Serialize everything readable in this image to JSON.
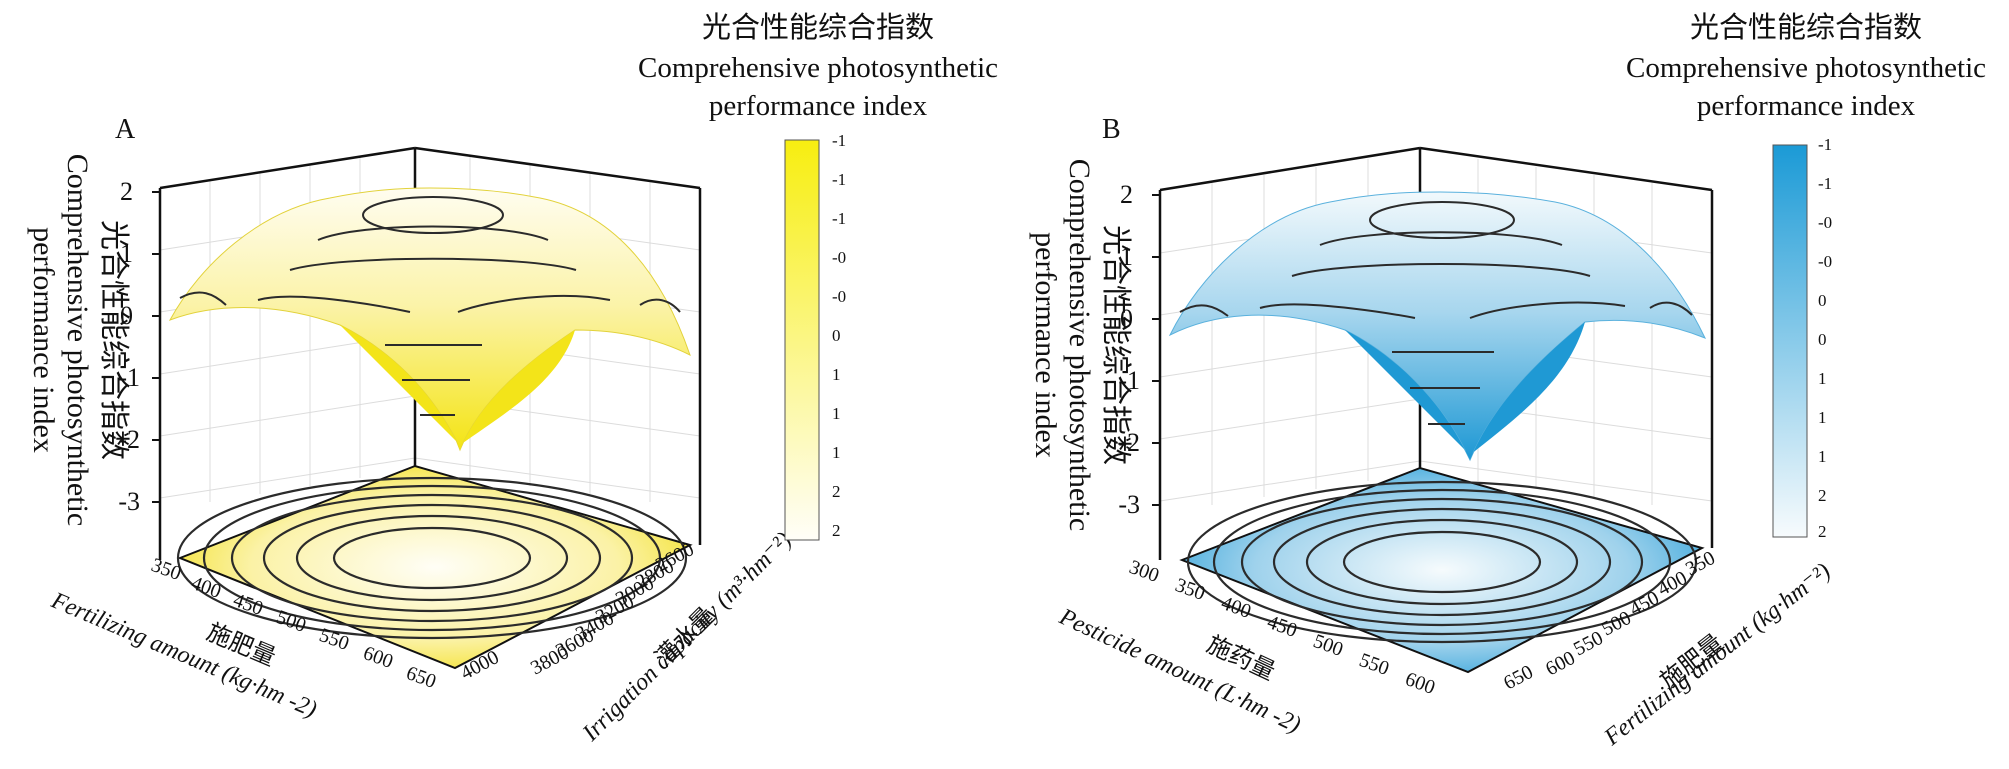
{
  "figure": {
    "panels": [
      {
        "id": "A",
        "letter": "A",
        "colorbar": {
          "title_cn": "光合性能综合指数",
          "title_en_1": "Comprehensive photosynthetic",
          "title_en_2": "performance index",
          "ticks": [
            "-1",
            "-1",
            "-1",
            "-0",
            "-0",
            "0",
            "1",
            "1",
            "1",
            "2",
            "2"
          ],
          "top_color": "#f7ee10",
          "bottom_color": "#fffef8"
        },
        "z_axis": {
          "label_cn": "光合性能综合指数",
          "label_en_1": "Comprehensive photosynthetic",
          "label_en_2": "performance index",
          "ticks": [
            "2",
            "1",
            "0",
            "-1",
            "-2",
            "-3"
          ]
        },
        "left_axis": {
          "label_en": "Fertilizing amount (kg·hm -2)",
          "label_cn": "施肥量",
          "ticks": [
            "350",
            "400",
            "450",
            "500",
            "550",
            "600",
            "650"
          ]
        },
        "right_axis": {
          "label_en": "Irrigation capacity (m³·hm⁻²)",
          "label_cn": "灌水量",
          "ticks": [
            "2600",
            "2800",
            "3000",
            "3200",
            "3400",
            "3600",
            "3800",
            "4000"
          ]
        }
      },
      {
        "id": "B",
        "letter": "B",
        "colorbar": {
          "title_cn": "光合性能综合指数",
          "title_en_1": "Comprehensive photosynthetic",
          "title_en_2": "performance index",
          "ticks": [
            "-1",
            "-1",
            "-0",
            "-0",
            "0",
            "0",
            "1",
            "1",
            "1",
            "2",
            "2"
          ],
          "top_color": "#1b9ad6",
          "bottom_color": "#f7fbfd"
        },
        "z_axis": {
          "label_cn": "光合性能综合指数",
          "label_en_1": "Comprehensive photosynthetic",
          "label_en_2": "performance index",
          "ticks": [
            "2",
            "1",
            "0",
            "-1",
            "-2",
            "-3"
          ]
        },
        "left_axis": {
          "label_en": "Pesticide amount (L·hm -2)",
          "label_cn": "施药量",
          "ticks": [
            "300",
            "350",
            "400",
            "450",
            "500",
            "550",
            "600"
          ]
        },
        "right_axis": {
          "label_en": "Fertilizing amount (kg·hm⁻²)",
          "label_cn": "施肥量",
          "ticks": [
            "350",
            "400",
            "450",
            "500",
            "550",
            "600",
            "650"
          ]
        }
      }
    ]
  },
  "chart_data": [
    {
      "type": "surface",
      "panel": "A",
      "surface_shape": "inverted paraboloid (dome) peaking at plot center",
      "z_range": [
        -3,
        2
      ],
      "z_peak_approx": 1.9,
      "z_min_approx": -1.9,
      "left_axis_range": [
        350,
        650
      ],
      "right_axis_range": [
        2600,
        4000
      ],
      "contour_projection_on_floor": true,
      "colormap": [
        "#fffef8",
        "#f7ee10"
      ]
    },
    {
      "type": "surface",
      "panel": "B",
      "surface_shape": "inverted paraboloid (dome) peaking at plot center",
      "z_range": [
        -3,
        2
      ],
      "z_peak_approx": 1.8,
      "z_min_approx": -2.1,
      "left_axis_range": [
        300,
        600
      ],
      "right_axis_range": [
        350,
        650
      ],
      "contour_projection_on_floor": true,
      "colormap": [
        "#f7fbfd",
        "#1b9ad6"
      ]
    }
  ]
}
